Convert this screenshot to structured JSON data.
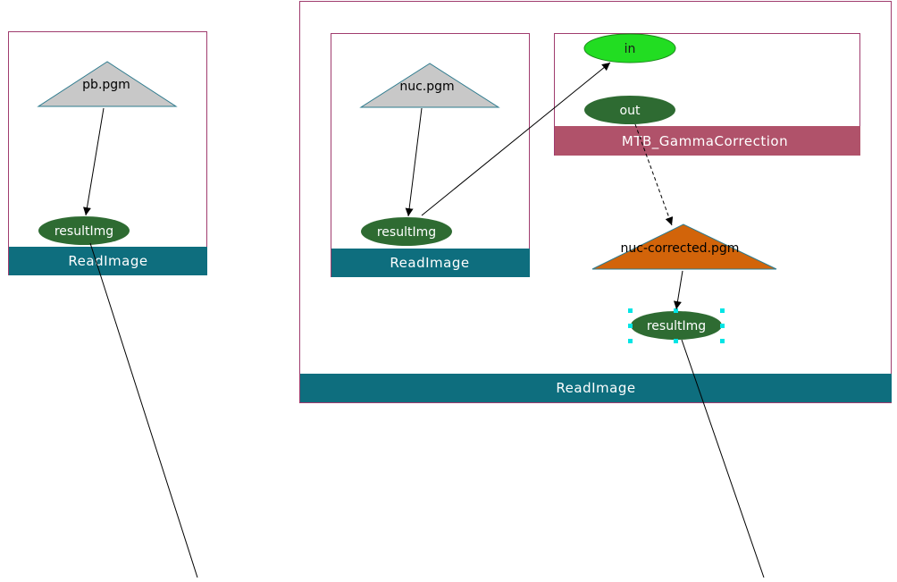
{
  "colors": {
    "readimage_bar": "#0e6e7e",
    "gamma_bar": "#b0526a",
    "box_border": "#a03c6e",
    "file_triangle": "#c8c8c8",
    "output_triangle": "#d2640a",
    "port_dark": "#2e6b32",
    "port_input": "#22dd22",
    "selection_handle": "#00e5e5"
  },
  "nodes": {
    "left_readimage": {
      "file_label": "pb.pgm",
      "port_label": "resultImg",
      "bar_label": "ReadImage"
    },
    "outer_readimage": {
      "bar_label": "ReadImage",
      "inner_readimage": {
        "file_label": "nuc.pgm",
        "port_label": "resultImg",
        "bar_label": "ReadImage"
      },
      "gamma": {
        "in_label": "in",
        "out_label": "out",
        "bar_label": "MTB_GammaCorrection"
      },
      "output_file_label": "nuc-corrected.pgm",
      "result_port_label": "resultImg"
    }
  }
}
